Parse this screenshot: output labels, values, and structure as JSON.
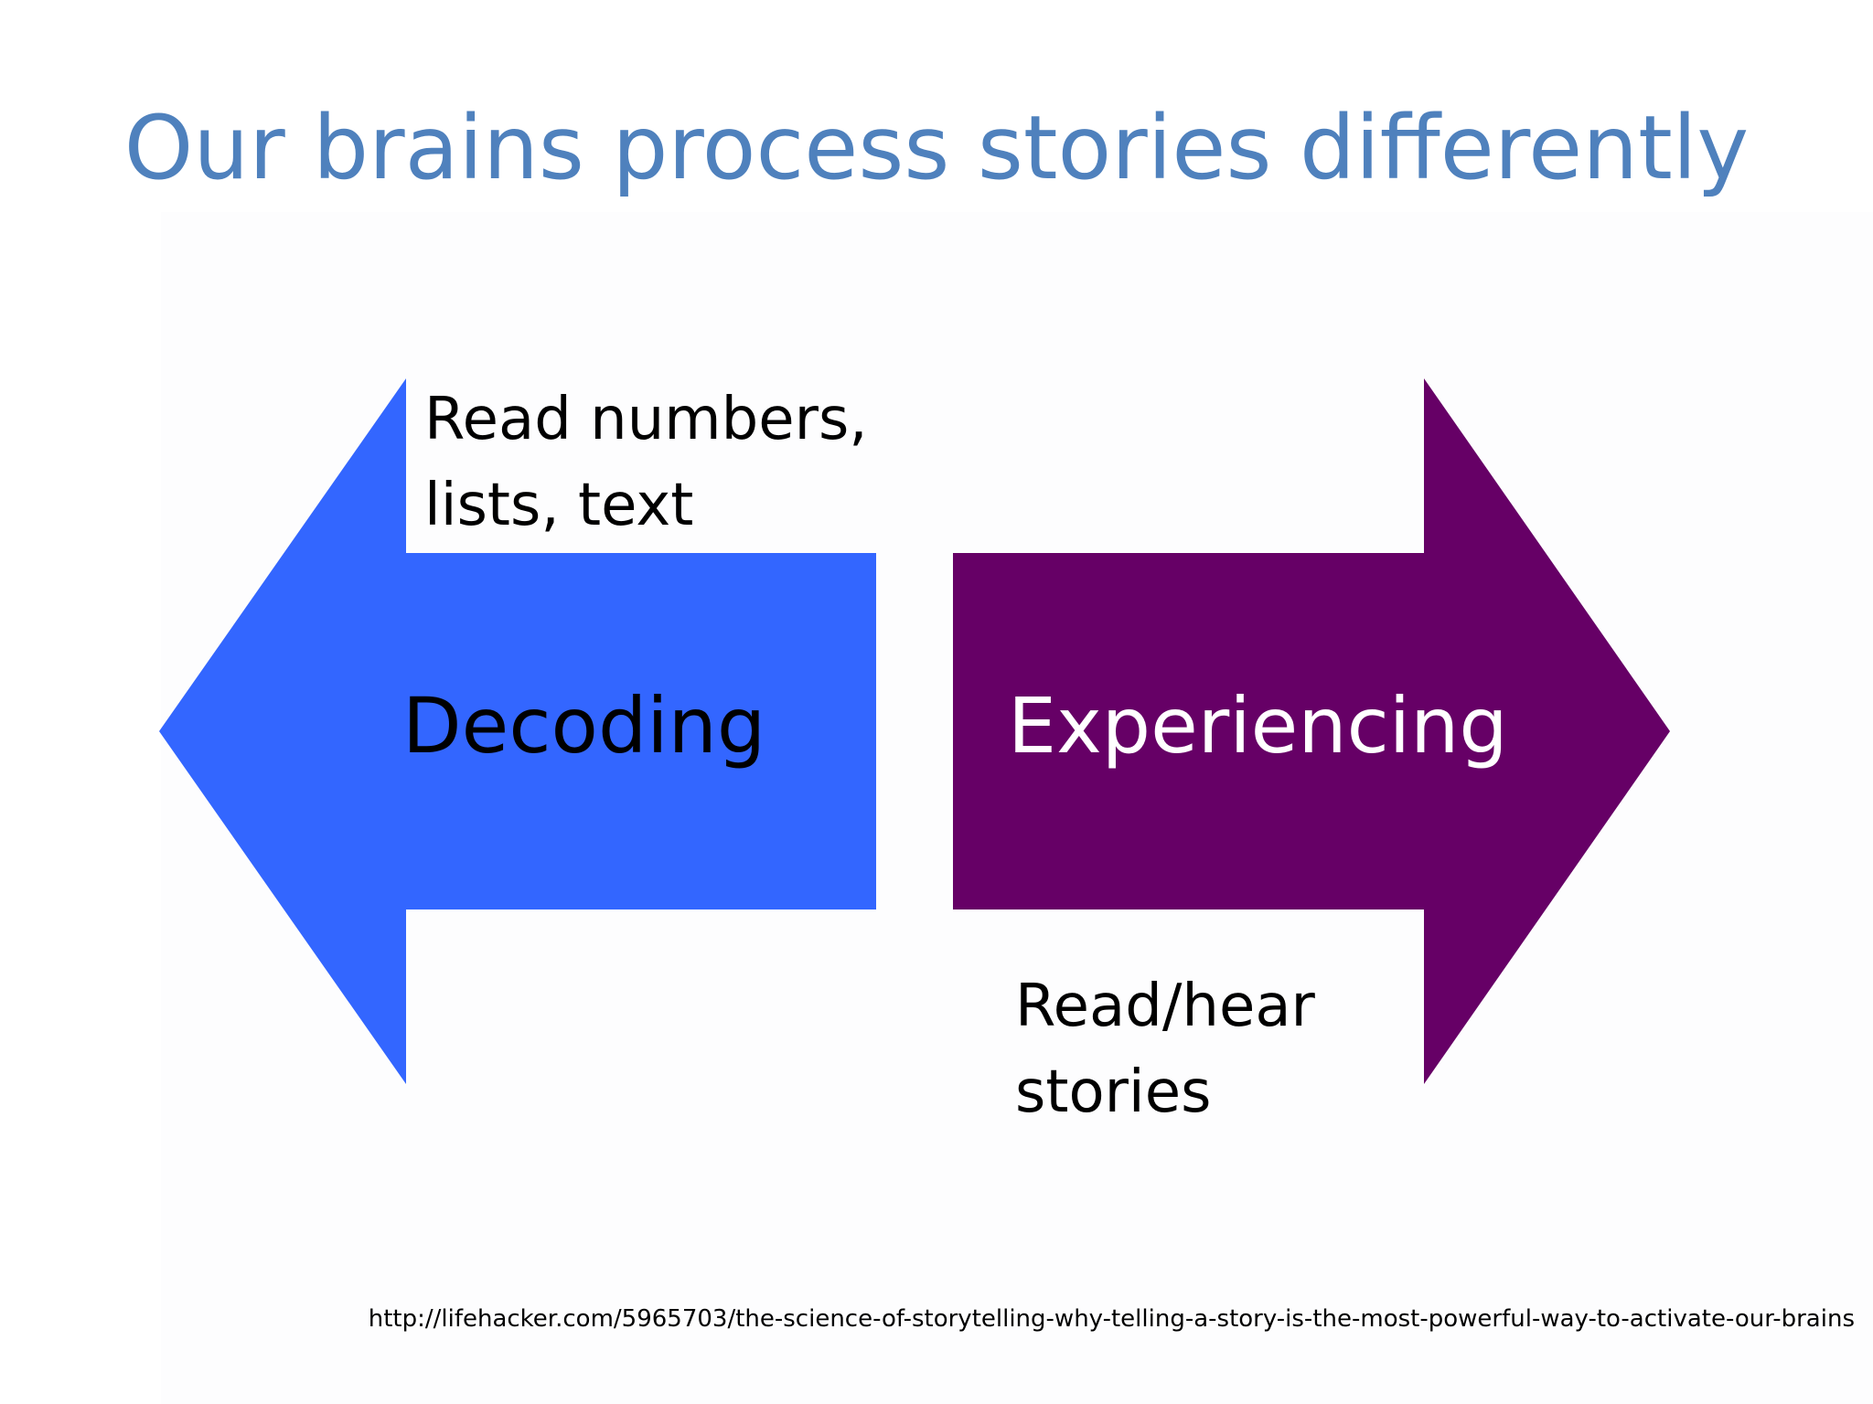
{
  "slide": {
    "title": "Our brains process stories differently",
    "left_arrow": {
      "label": "Decoding",
      "caption_lines": [
        "Read numbers,",
        "lists, text"
      ],
      "color": "#3366ff"
    },
    "right_arrow": {
      "label": "Experiencing",
      "caption_lines": [
        "Read/hear",
        "stories"
      ],
      "color": "#660066"
    },
    "source_url": "http://lifehacker.com/5965703/the-science-of-storytelling-why-telling-a-story-is-the-most-powerful-way-to-activate-our-brains",
    "colors": {
      "title": "#4f81bd",
      "background": "#ffffff"
    }
  }
}
